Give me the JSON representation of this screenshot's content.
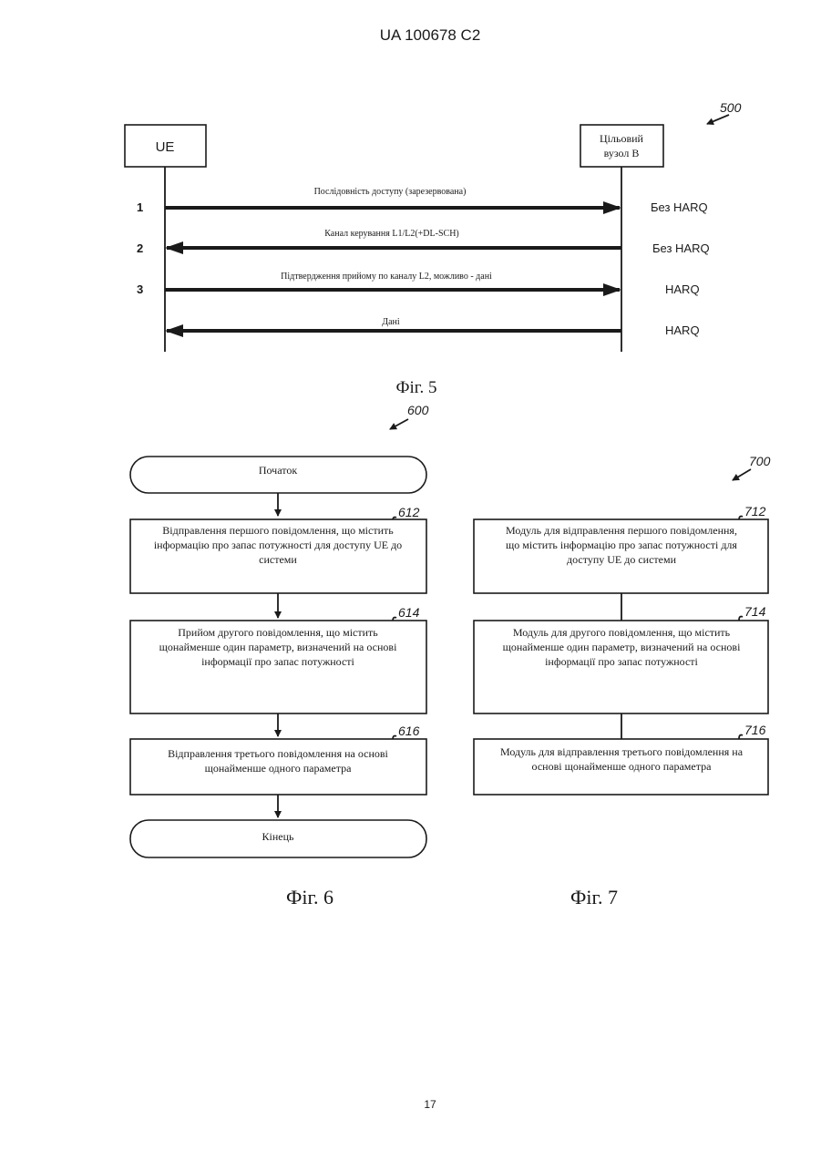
{
  "header": {
    "patent_number": "UA   100678   C2"
  },
  "fig5": {
    "ref": "500",
    "ue_label": "UE",
    "node_label_line1": "Цільовий",
    "node_label_line2": "вузол В",
    "messages": [
      {
        "step": "1",
        "label": "Послідовність доступу (зарезервована)",
        "harq": "Без HARQ"
      },
      {
        "step": "2",
        "label": "Канал керування L1/L2(+DL-SCH)",
        "harq": "Без HARQ"
      },
      {
        "step": "3",
        "label": "Підтвердження прийому по каналу L2, можливо - дані",
        "harq": "HARQ"
      },
      {
        "step": "",
        "label": "Дані",
        "harq": "HARQ"
      }
    ],
    "caption": "Фіг. 5"
  },
  "fig6": {
    "ref": "600",
    "start": "Початок",
    "steps": [
      {
        "ref": "612",
        "lines": [
          "Відправлення першого повідомлення, що містить",
          "інформацію про запас потужності для доступу UE до",
          "системи"
        ]
      },
      {
        "ref": "614",
        "lines": [
          "Прийом другого повідомлення, що містить",
          "щонайменше один параметр, визначений на основі",
          "інформації про запас потужності"
        ]
      },
      {
        "ref": "616",
        "lines": [
          "Відправлення третього повідомлення на основі",
          "щонайменше одного параметра"
        ]
      }
    ],
    "end": "Кінець",
    "caption": "Фіг. 6"
  },
  "fig7": {
    "ref": "700",
    "steps": [
      {
        "ref": "712",
        "lines": [
          "Модуль для відправлення першого повідомлення,",
          "що містить інформацію про запас потужності для",
          "доступу UE до системи"
        ]
      },
      {
        "ref": "714",
        "lines": [
          "Модуль для другого повідомлення, що містить",
          "щонайменше один параметр, визначений на основі",
          "інформації про запас потужності"
        ]
      },
      {
        "ref": "716",
        "lines": [
          "Модуль для відправлення третього повідомлення на",
          "основі щонайменше одного параметра"
        ]
      }
    ],
    "caption": "Фіг. 7"
  },
  "footer": {
    "page_number": "17"
  }
}
